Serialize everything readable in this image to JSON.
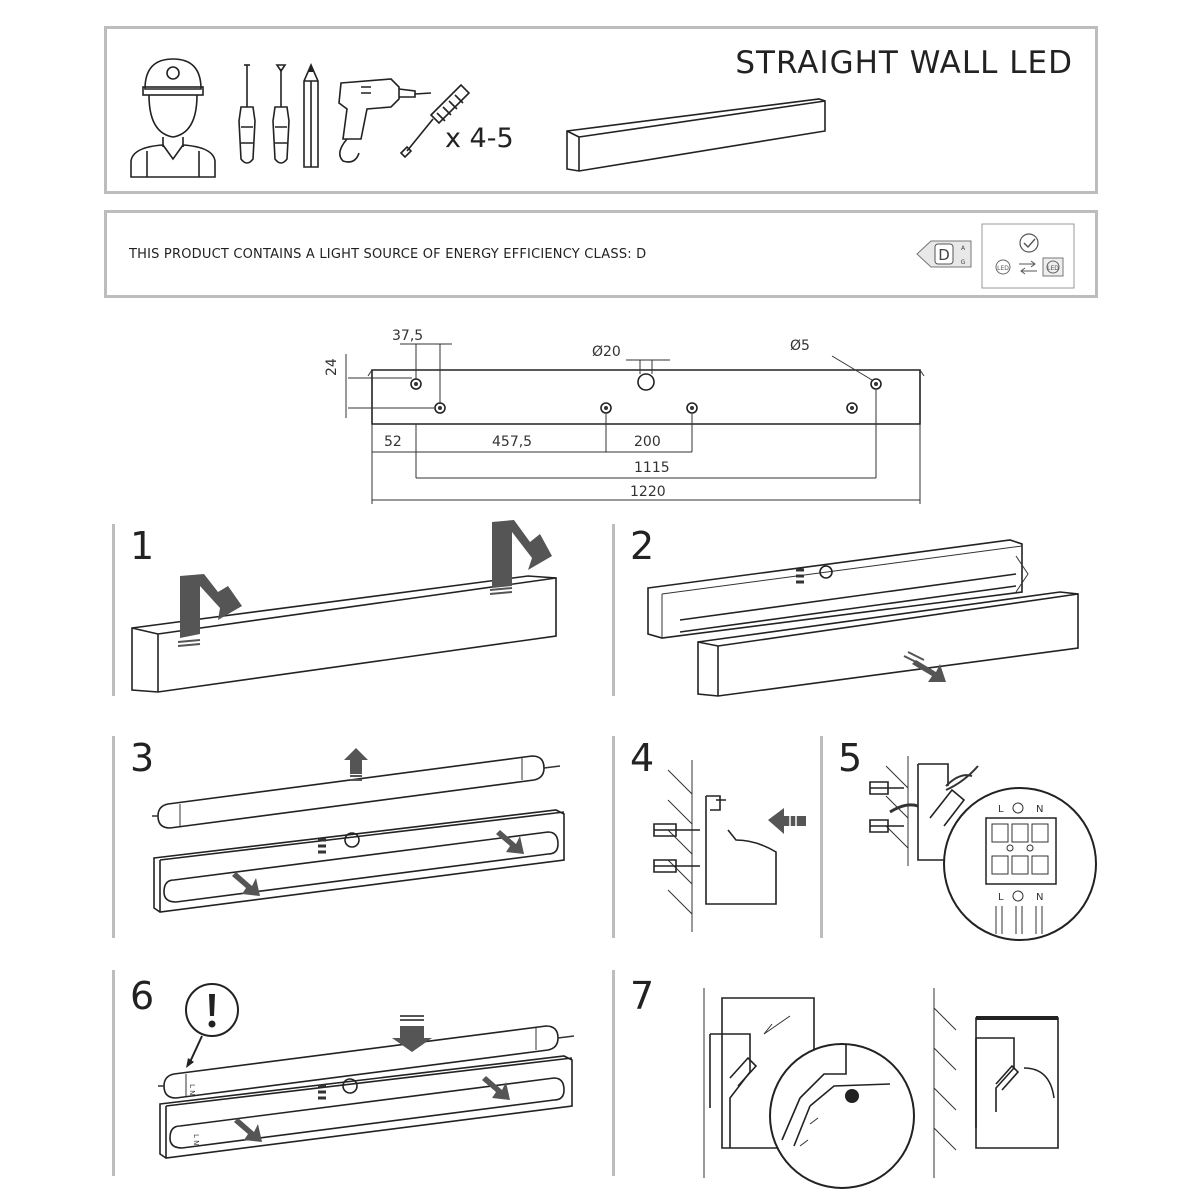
{
  "header": {
    "title": "STRAIGHT WALL LED",
    "anchor_quantity": "x 4-5"
  },
  "energy": {
    "statement": "THIS PRODUCT CONTAINS A LIGHT SOURCE OF ENERGY EFFICIENCY CLASS: D",
    "class_letter": "D",
    "scale_top": "A",
    "scale_bottom": "G",
    "led_label": "LED",
    "led_label_2": "LED"
  },
  "dimensions": {
    "d_37_5": "37,5",
    "d_24": "24",
    "d_20": "Ø20",
    "d_5": "Ø5",
    "d_52": "52",
    "d_457_5": "457,5",
    "d_200": "200",
    "d_1115": "1115",
    "d_1220": "1220"
  },
  "steps": [
    "1",
    "2",
    "3",
    "4",
    "5",
    "6",
    "7"
  ],
  "wiring": {
    "terminal_l": "L",
    "terminal_n": "N",
    "terminal_l_bottom": "L",
    "terminal_n_bottom": "N",
    "tube_marking": "L N",
    "tube_marking_2": "L N"
  },
  "icons": [
    "installer-icon",
    "screwdriver-phillips-icon",
    "screwdriver-flat-icon",
    "pencil-icon",
    "drill-icon",
    "wall-anchor-icon",
    "energy-label-icon",
    "led-replaceable-icon",
    "warning-icon"
  ]
}
